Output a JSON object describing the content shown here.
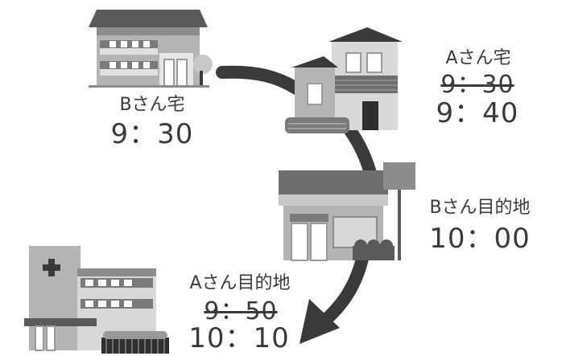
{
  "places": {
    "b_home": {
      "name": "Bさん宅",
      "time": "9：30"
    },
    "a_home": {
      "name": "Aさん宅",
      "old_time": "9：30",
      "new_time": "9：40"
    },
    "b_destination": {
      "name": "Bさん目的地",
      "time": "10：00"
    },
    "a_destination": {
      "name": "Aさん目的地",
      "old_time": "9：50",
      "new_time": "10：10"
    }
  },
  "colors": {
    "dark": "#3a3a3a",
    "mid": "#808080",
    "light": "#b4b4b4",
    "pale": "#d8d8d8"
  }
}
